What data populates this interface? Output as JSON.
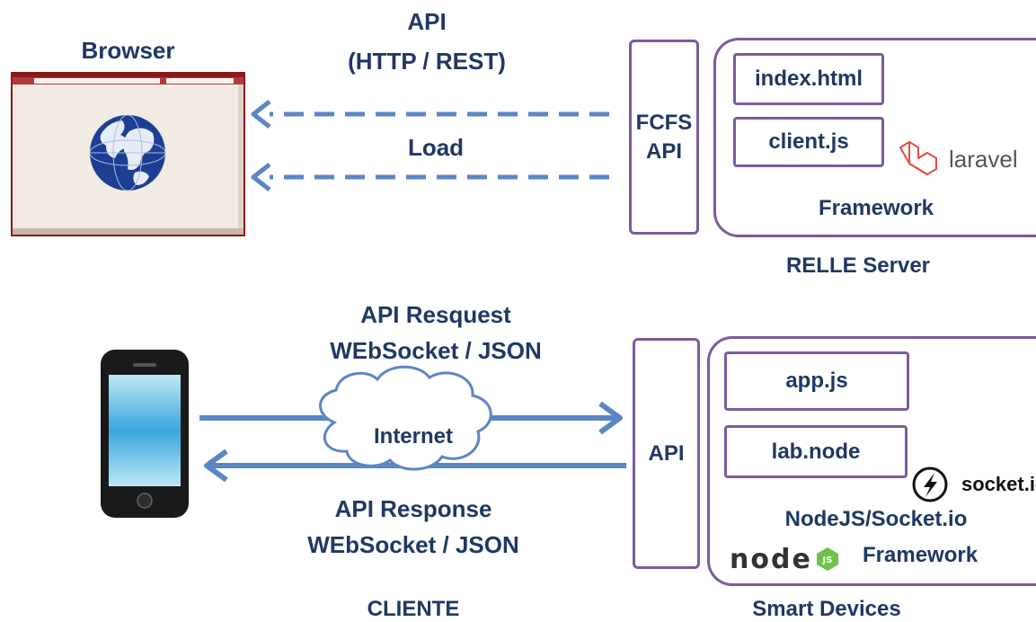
{
  "top": {
    "browser_label": "Browser",
    "api_label_line1": "API",
    "api_label_line2": "(HTTP / REST)",
    "load_label": "Load",
    "fcfs_line1": "FCFS",
    "fcfs_line2": "API",
    "files": [
      "index.html",
      "client.js"
    ],
    "framework_label": "Framework",
    "laravel_text": "laravel",
    "server_caption": "RELLE Server"
  },
  "bottom": {
    "request_line1": "API Resquest",
    "request_line2": "WEbSocket / JSON",
    "internet_label": "Internet",
    "response_line1": "API Response",
    "response_line2": "WEbSocket / JSON",
    "client_caption": "CLIENTE",
    "api_label": "API",
    "files": [
      "app.js",
      "lab.node"
    ],
    "socketio_text": "socket.io",
    "nodejs_label": "NodeJS/Socket.io",
    "node_logo_text": "node",
    "framework_label": "Framework",
    "devices_caption": "Smart Devices"
  },
  "colors": {
    "text": "#1f3864",
    "arrow": "#5b86c4",
    "box_border": "#7b5b9e",
    "laravel": "#e74c3c",
    "node_green": "#6cc24a"
  }
}
